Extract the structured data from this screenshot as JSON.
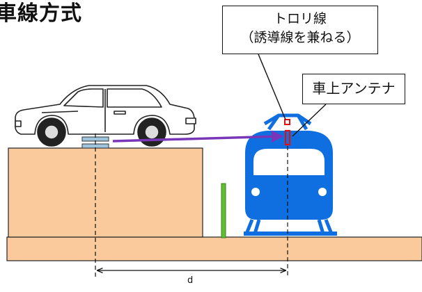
{
  "title": "車線方式",
  "callouts": {
    "trolley_line1": "トロリ線",
    "trolley_line2": "（誘導線を兼ねる）",
    "antenna": "車上アンテナ"
  },
  "dimension_label": "d",
  "colors": {
    "ground": "#fac99c",
    "ground_stroke": "#222222",
    "train": "#0f6fe0",
    "arrow": "#7a36b8",
    "antenna_marker": "#e01010",
    "pole": "#5fbf2f",
    "coil": "#9ec4de"
  }
}
